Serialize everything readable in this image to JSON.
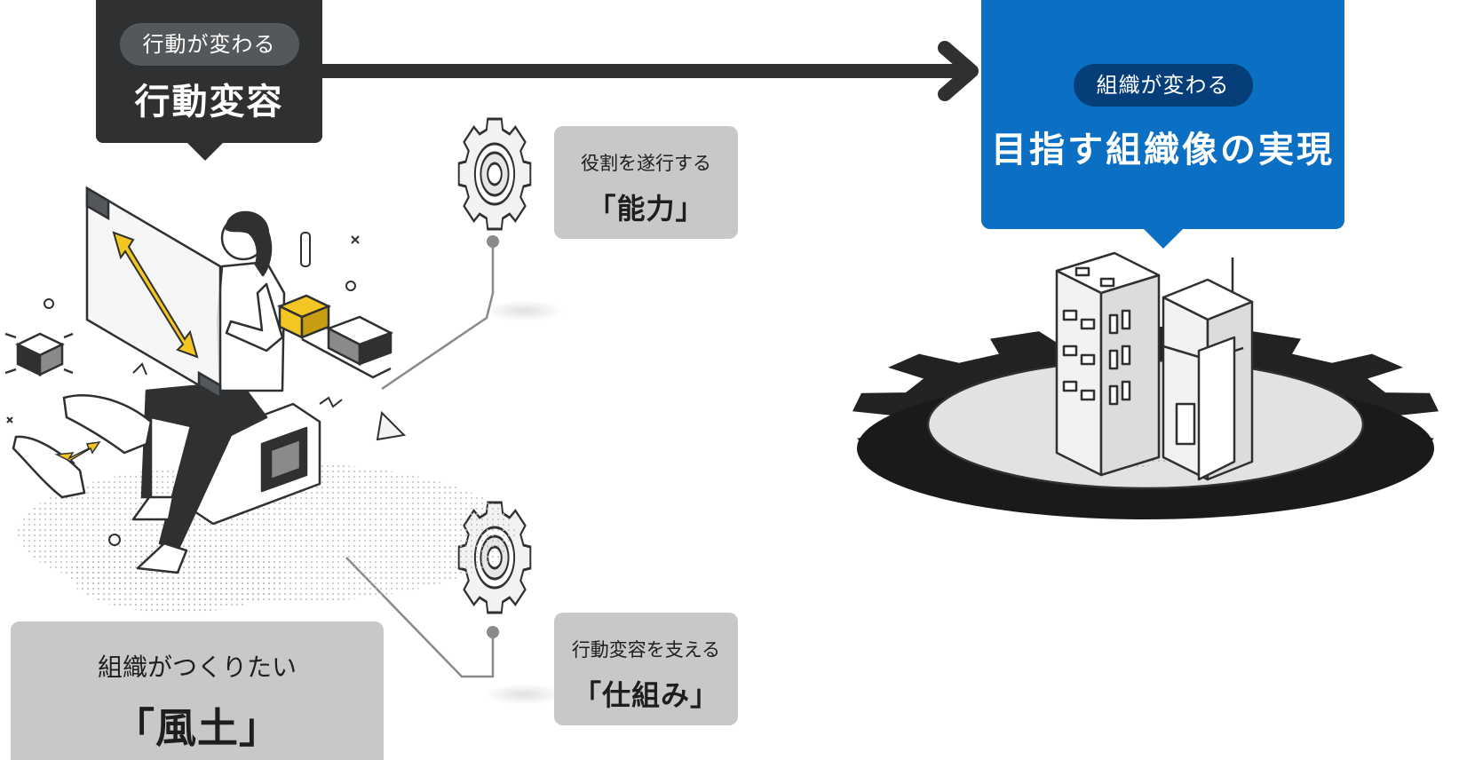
{
  "behavior_change": {
    "pill_label": "行動が変わる",
    "title": "行動変容"
  },
  "organization_change": {
    "pill_label": "組織が変わる",
    "title": "目指す組織像の実現"
  },
  "ability": {
    "subtitle": "役割を遂行する",
    "title": "「能力」"
  },
  "mechanism": {
    "subtitle": "行動変容を支える",
    "title": "「仕組み」"
  },
  "culture": {
    "subtitle": "組織がつくりたい",
    "title": "「風土」"
  },
  "colors": {
    "dark_box": "#2e3032",
    "dark_pill": "#55585b",
    "blue_box": "#0b6fc4",
    "blue_pill": "#063e7a",
    "gray_box": "#c8c8ca",
    "accent_yellow": "#f3c623"
  },
  "icons": [
    "gear-icon",
    "arrow-right-icon",
    "double-arrow-icon",
    "building-icon",
    "person-illustration"
  ]
}
